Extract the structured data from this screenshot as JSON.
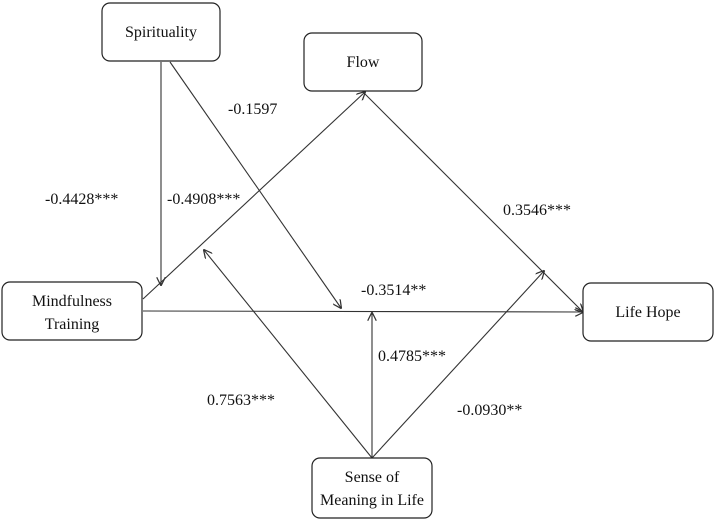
{
  "nodes": {
    "spirituality": "Spirituality",
    "flow": "Flow",
    "mindfulness_line1": "Mindfulness",
    "mindfulness_line2": "Training",
    "life_hope": "Life Hope",
    "meaning_line1": "Sense of",
    "meaning_line2": "Meaning in Life"
  },
  "coefficients": {
    "spirituality_to_mindfulness": "-0.4428***",
    "spirituality_to_path_moderation": "-0.1597",
    "mindfulness_to_flow": "-0.4908***",
    "flow_to_life_hope": "0.3546***",
    "mindfulness_to_life_hope": "-0.3514**",
    "meaning_to_path": "0.4785***",
    "meaning_to_mindfulness_flow": "0.7563***",
    "meaning_to_flow_hope": "-0.0930**"
  }
}
